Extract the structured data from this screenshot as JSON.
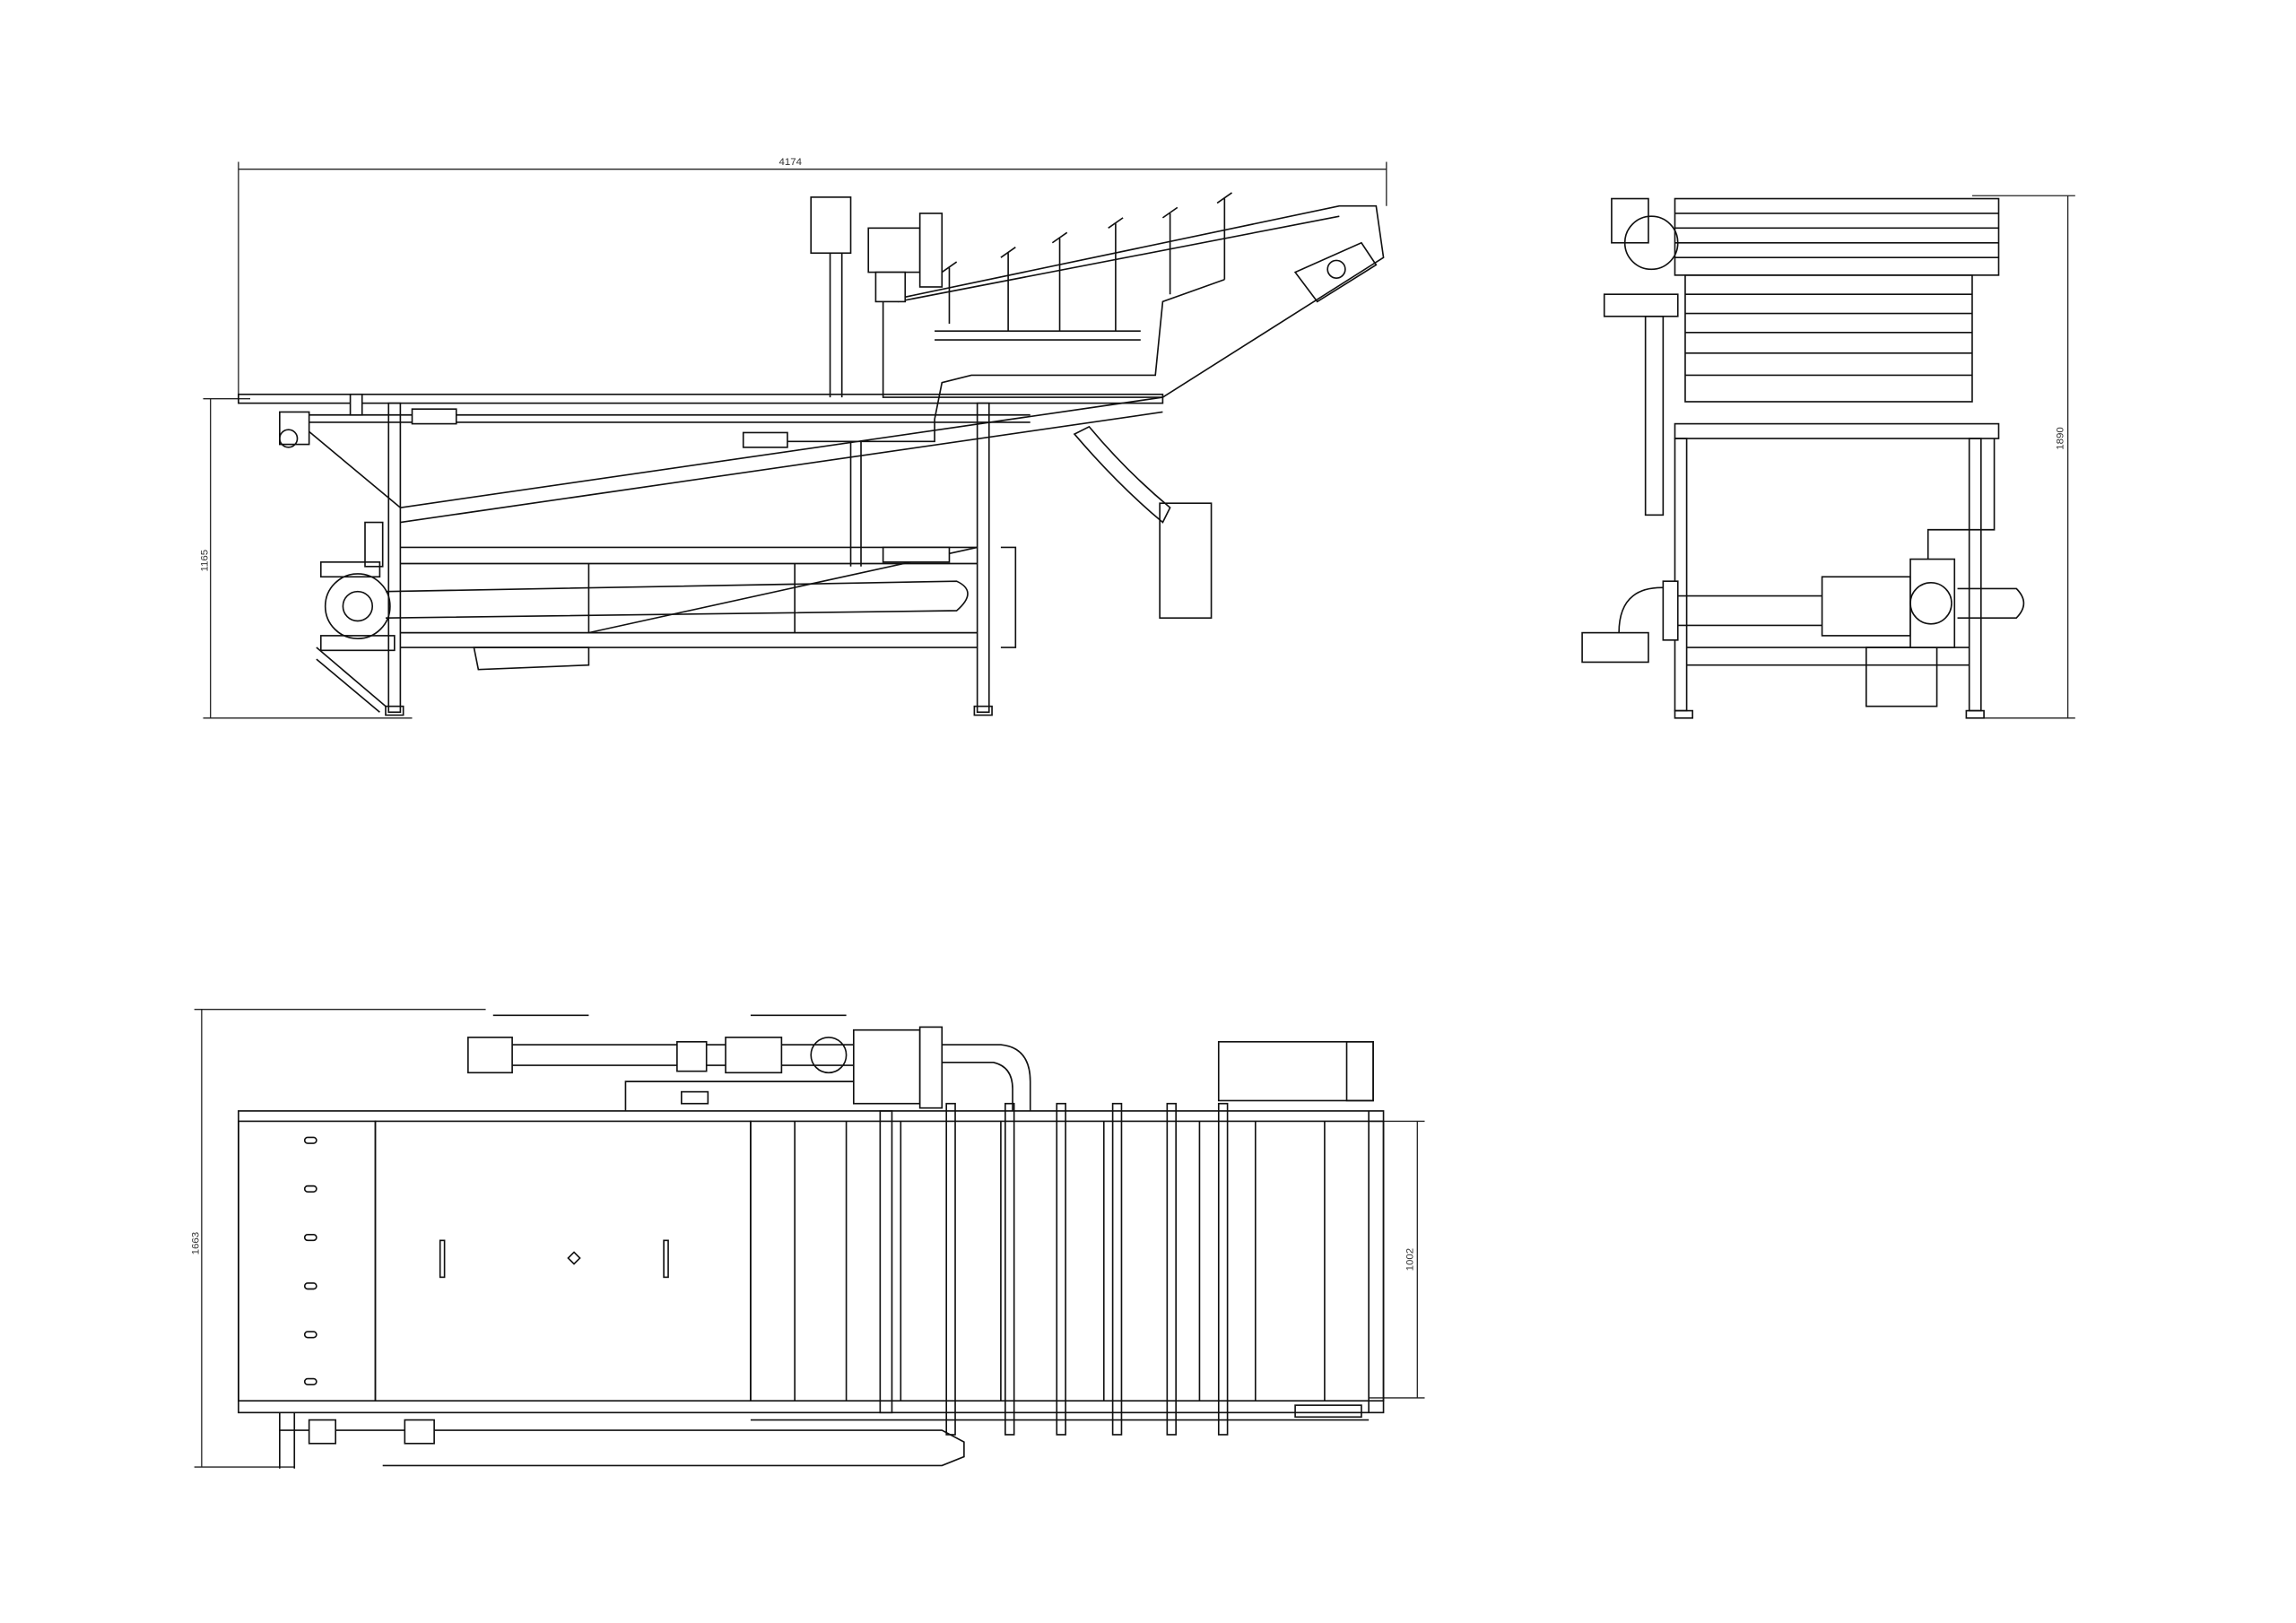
{
  "drawing": {
    "views": [
      "side-view",
      "end-view",
      "top-view"
    ],
    "dimensions": {
      "side_overall_length": "4174",
      "side_table_height": "1165",
      "end_overall_height": "1890",
      "top_overall_width": "1663",
      "top_belt_width": "1002"
    },
    "spray_bar_count": 6,
    "line_color": "#111111",
    "background": "#ffffff"
  }
}
